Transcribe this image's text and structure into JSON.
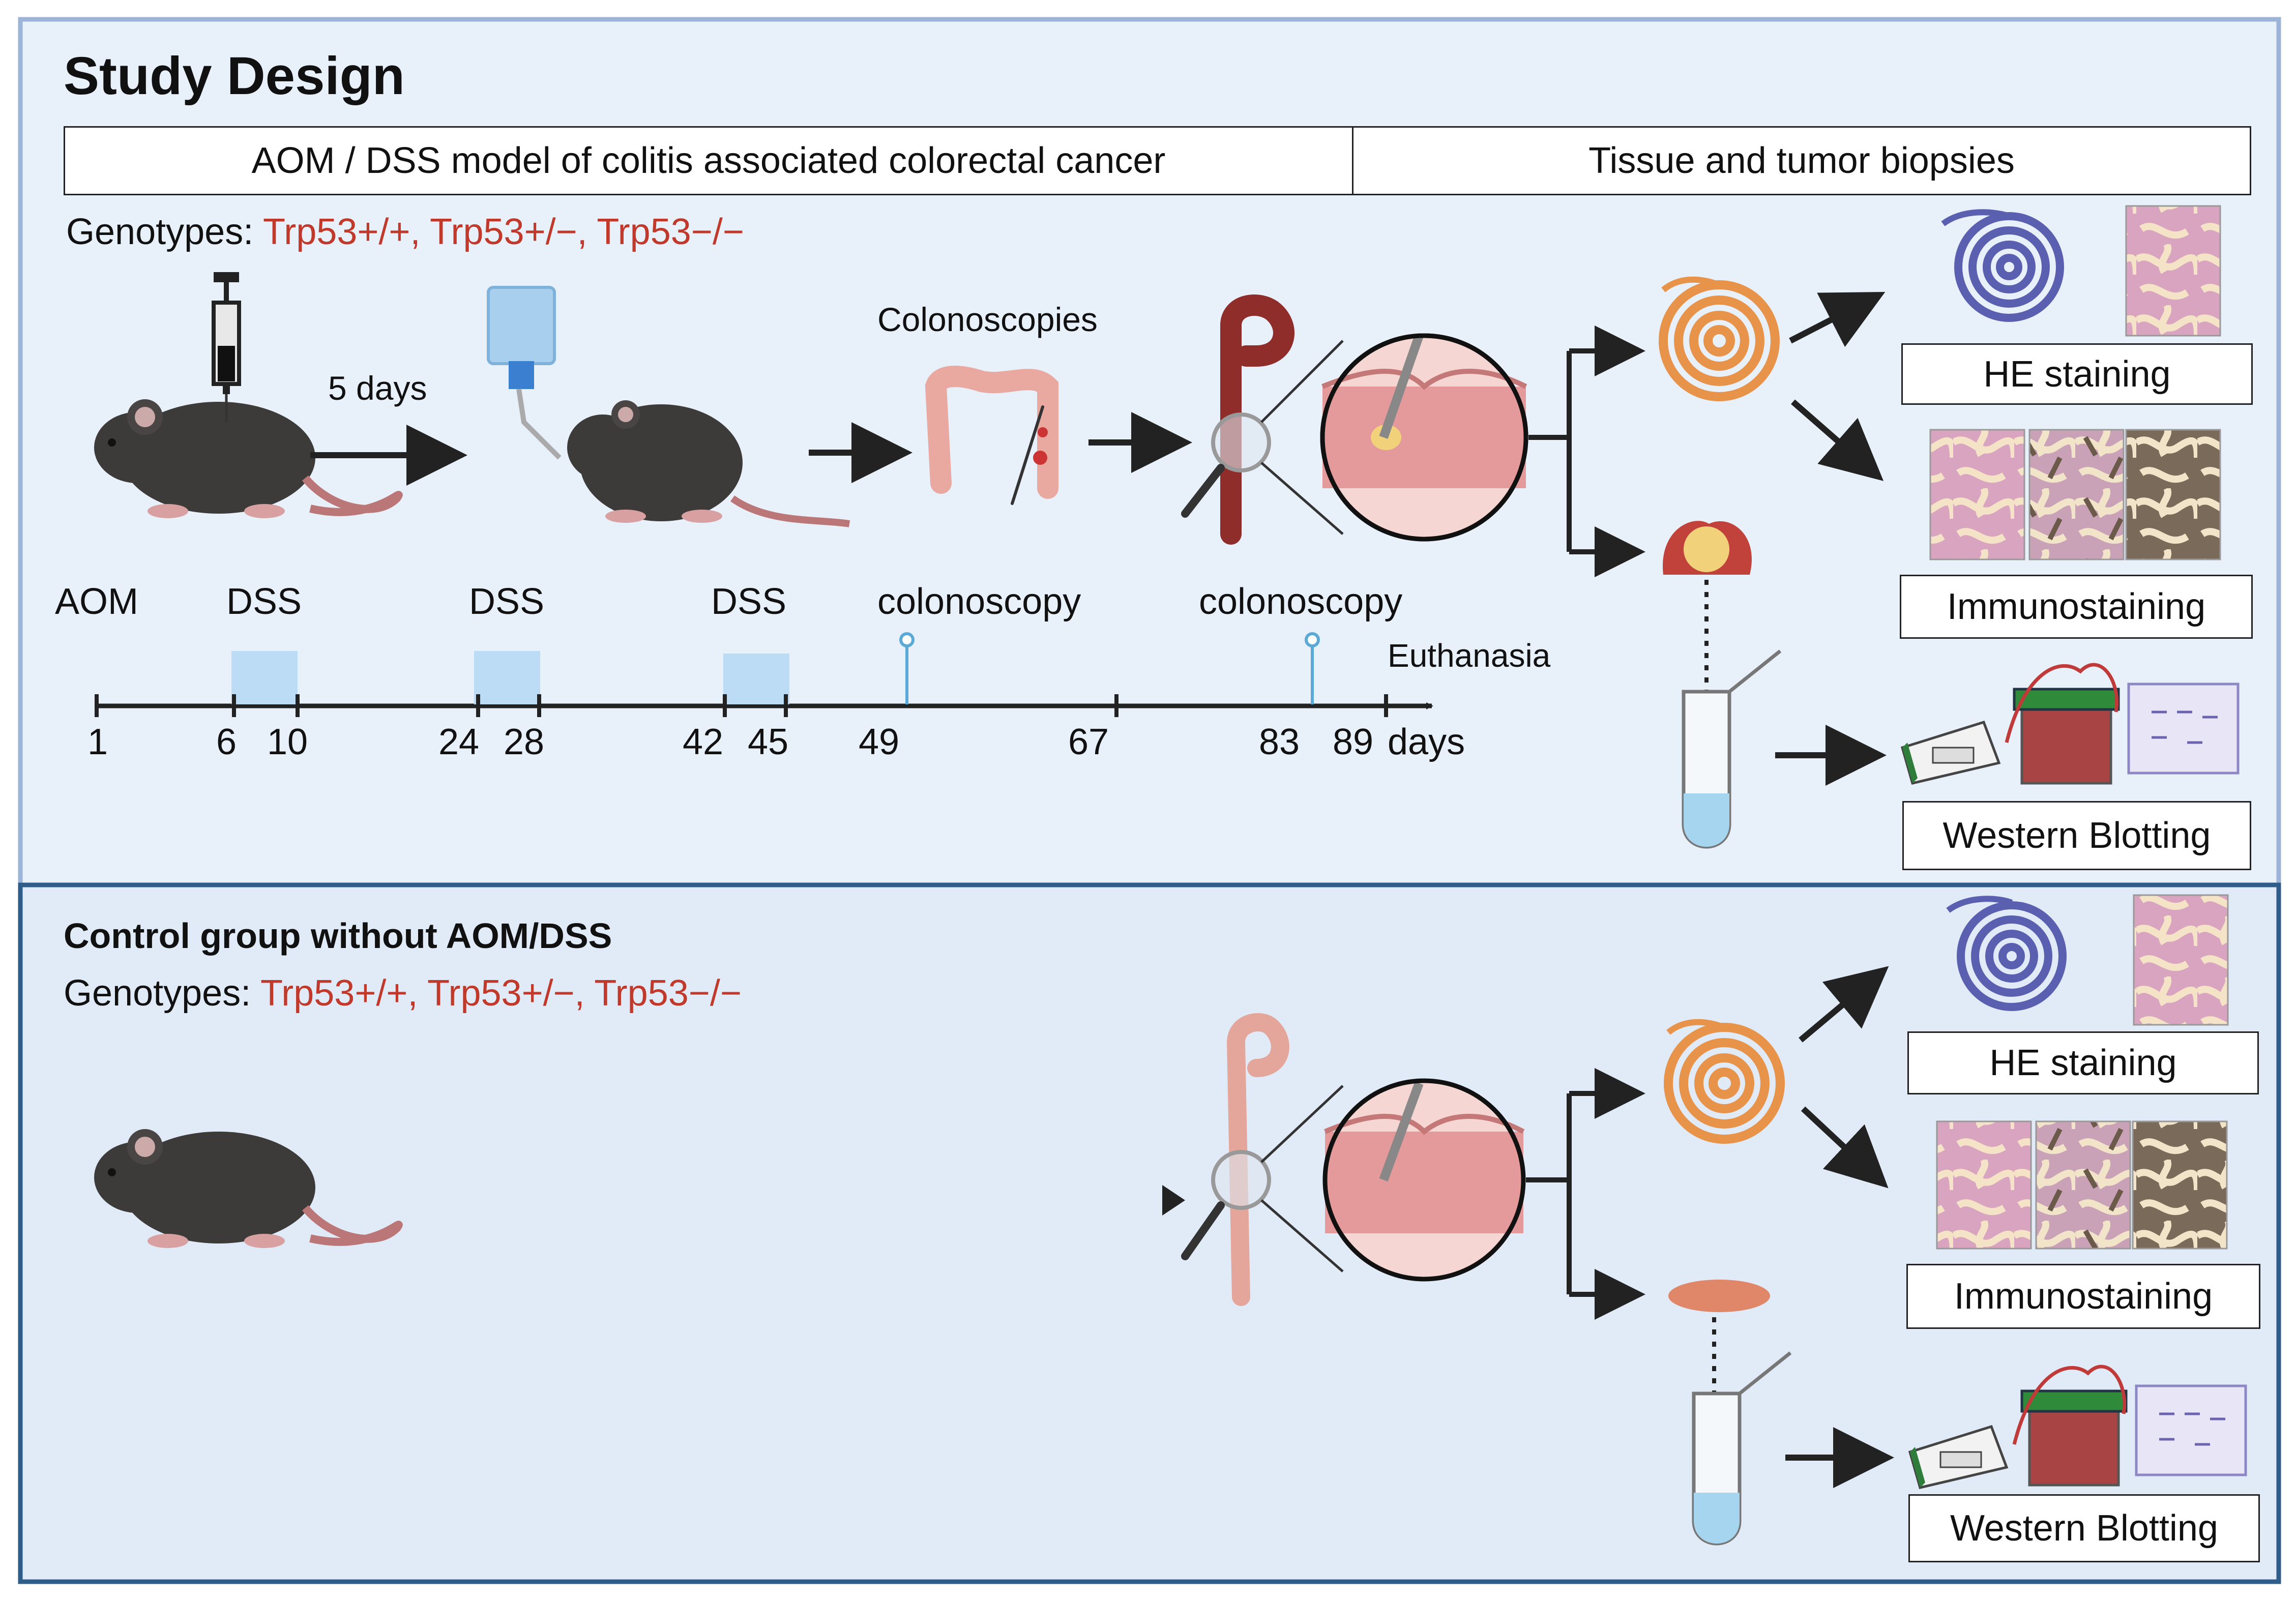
{
  "panel1": {
    "title": "Study Design",
    "header_left": "AOM / DSS model of colitis associated colorectal cancer",
    "header_right": "Tissue and tumor biopsies",
    "genotypes_label": "Genotypes:",
    "genotypes": "Trp53+/+, Trp53+/−, Trp53−/−",
    "interval_label": "5 days",
    "colonoscopies_label": "Colonoscopies",
    "timeline": {
      "events": [
        "AOM",
        "DSS",
        "DSS",
        "DSS",
        "colonoscopy",
        "colonoscopy",
        "Euthanasia"
      ],
      "ticks": [
        "1",
        "6",
        "10",
        "24",
        "28",
        "42",
        "45",
        "49",
        "67",
        "83",
        "89"
      ],
      "unit": "days"
    },
    "outputs": [
      "HE staining",
      "Immunostaining",
      "Western Blotting"
    ]
  },
  "panel2": {
    "title": "Control group without AOM/DSS",
    "genotypes_label": "Genotypes:",
    "genotypes": "Trp53+/+, Trp53+/−, Trp53−/−",
    "outputs": [
      "HE staining",
      "Immunostaining",
      "Western Blotting"
    ]
  },
  "colors": {
    "panel_bg": "#e8f0fa",
    "panel_border_top": "#9bb4d8",
    "panel_border_bottom": "#2e5d8a",
    "genotype_red": "#c0392b",
    "dss_block": "#bcdcf5",
    "marker": "#5aa9d6",
    "arrow": "#222222"
  },
  "icons": [
    "mouse-icon",
    "syringe-icon",
    "water-bottle-icon",
    "colon-icon",
    "magnifier-icon",
    "swiss-roll-icon",
    "tumor-icon",
    "tissue-icon",
    "tube-icon",
    "histology-icon",
    "power-supply-icon",
    "gel-tank-icon",
    "blot-membrane-icon"
  ]
}
